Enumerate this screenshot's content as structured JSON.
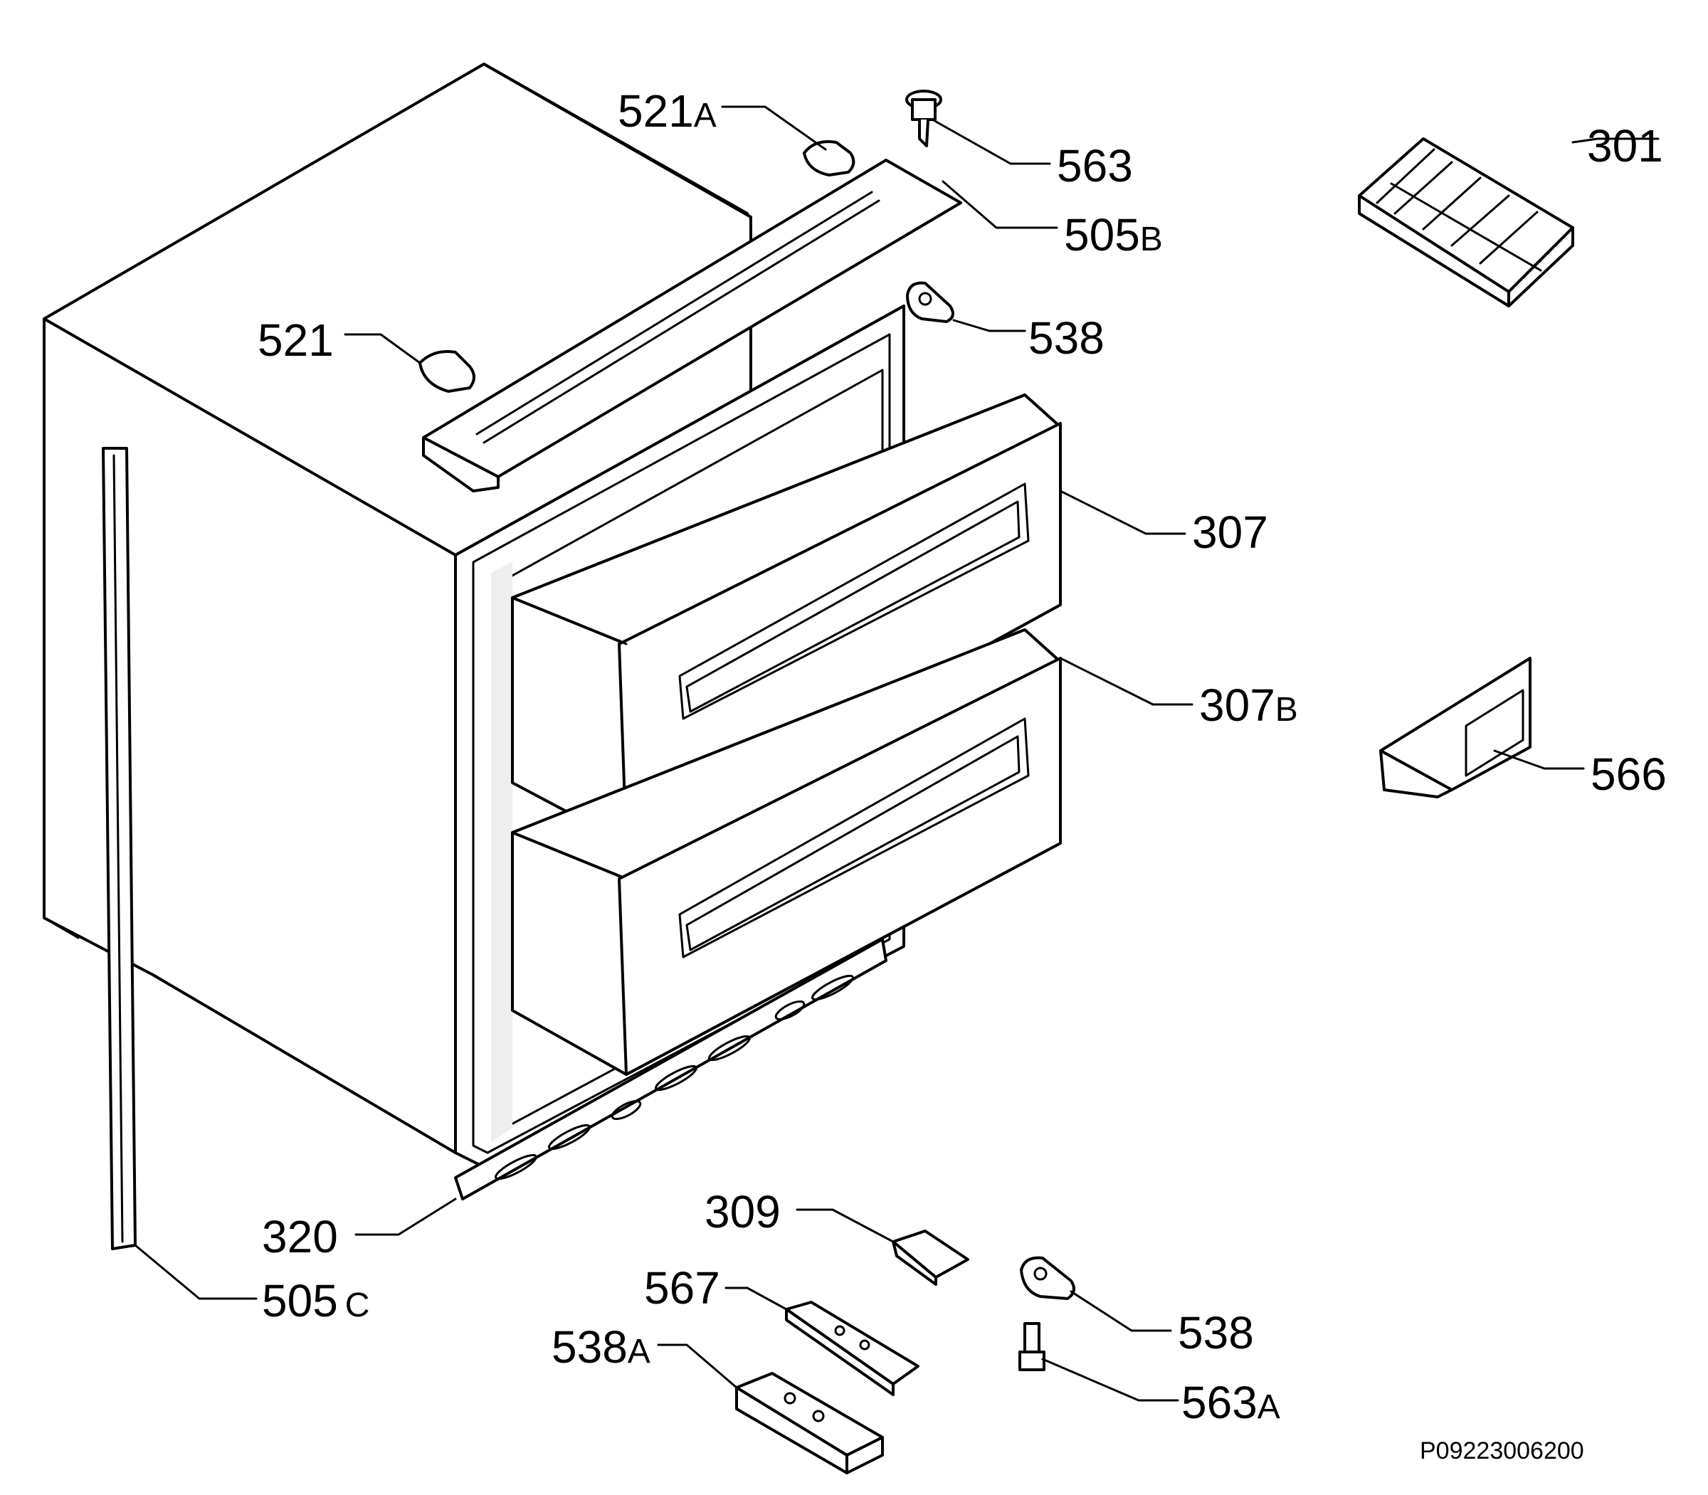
{
  "labels": {
    "p521a": {
      "num": "521",
      "suffix": "A"
    },
    "p563": {
      "num": "563",
      "suffix": ""
    },
    "p505b": {
      "num": "505",
      "suffix": "B"
    },
    "p301": {
      "num": "301",
      "suffix": ""
    },
    "p521": {
      "num": "521",
      "suffix": ""
    },
    "p538_top": {
      "num": "538",
      "suffix": ""
    },
    "p307": {
      "num": "307",
      "suffix": ""
    },
    "p307b": {
      "num": "307",
      "suffix": "B"
    },
    "p566": {
      "num": "566",
      "suffix": ""
    },
    "p309": {
      "num": "309",
      "suffix": ""
    },
    "p320": {
      "num": "320",
      "suffix": ""
    },
    "p567": {
      "num": "567",
      "suffix": ""
    },
    "p538a": {
      "num": "538",
      "suffix": "A"
    },
    "p538_bottom": {
      "num": "538",
      "suffix": ""
    },
    "p505c": {
      "num": "505",
      "suffix": "C"
    },
    "p563a": {
      "num": "563",
      "suffix": "A"
    }
  },
  "drawing_code": "P09223006200"
}
